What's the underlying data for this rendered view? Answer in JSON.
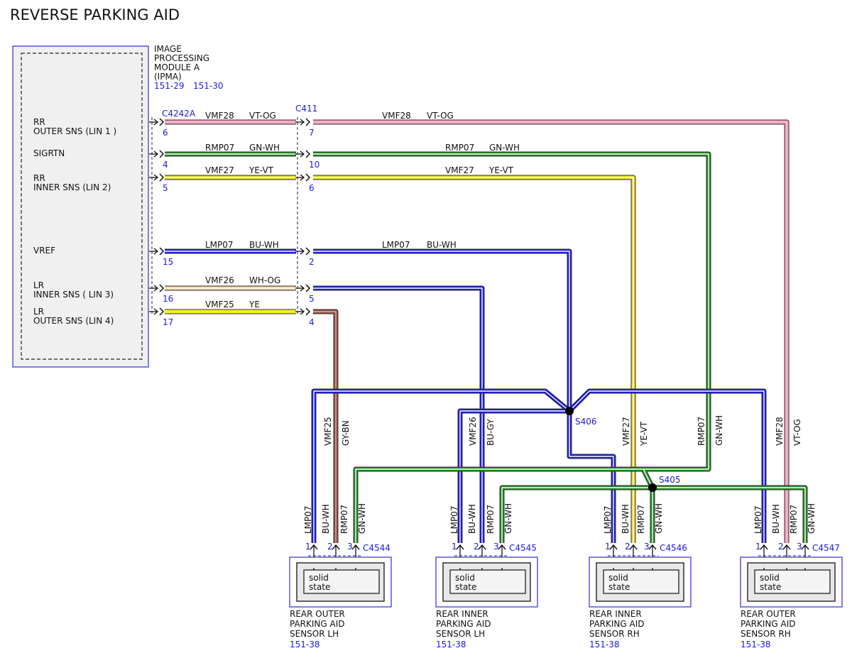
{
  "title": "REVERSE PARKING AID",
  "module": {
    "name_lines": [
      "IMAGE",
      "PROCESSING",
      "MODULE A",
      "(IPMA)"
    ],
    "refs": [
      "151-29",
      "151-30"
    ],
    "signals": [
      {
        "lines": [
          "RR",
          "OUTER SNS (LIN 1 )"
        ]
      },
      {
        "lines": [
          "SIGRTN"
        ]
      },
      {
        "lines": [
          "RR",
          "INNER SNS (LIN 2)"
        ]
      },
      {
        "lines": [
          "VREF"
        ]
      },
      {
        "lines": [
          "LR",
          "INNER SNS ( LIN 3)"
        ]
      },
      {
        "lines": [
          "LR",
          "OUTER SNS (LIN 4)"
        ]
      }
    ]
  },
  "connectors": {
    "module": "C4242A",
    "inline": "C411"
  },
  "circuits": [
    {
      "circuit": "VMF28",
      "color_code": "VT-OG",
      "module_pin": "6",
      "inline_pin": "7",
      "wire_color": "#f29bbd"
    },
    {
      "circuit": "RMP07",
      "color_code": "GN-WH",
      "module_pin": "4",
      "inline_pin": "10",
      "wire_color": "#1f8c1f"
    },
    {
      "circuit": "VMF27",
      "color_code": "YE-VT",
      "module_pin": "5",
      "inline_pin": "6",
      "wire_color": "#e6d21c"
    },
    {
      "circuit": "LMP07",
      "color_code": "BU-WH",
      "module_pin": "15",
      "inline_pin": "2",
      "wire_color": "#1a1adc"
    },
    {
      "circuit": "VMF26",
      "color_code": "WH-OG",
      "module_pin": "16",
      "inline_pin": "5",
      "wire_color": "#f4c999"
    },
    {
      "circuit": "VMF25",
      "color_code": "YE",
      "module_pin": "17",
      "inline_pin": "4",
      "wire_color": "#f2f21a"
    }
  ],
  "branch_labels": {
    "vmf26_bu_gy": [
      "VMF26",
      "BU-GY"
    ],
    "vmf25_gy_bn": [
      "VMF25",
      "GY-BN"
    ]
  },
  "splices": [
    "S406",
    "S405"
  ],
  "sensors": [
    {
      "connector": "C4544",
      "pins": [
        "1",
        "2",
        "3"
      ],
      "wires": [
        "LMP07",
        "BU-WH",
        "RMP07",
        "GN-WH"
      ],
      "inner": [
        "solid",
        "state"
      ],
      "name_lines": [
        "REAR OUTER",
        "PARKING AID",
        "SENSOR LH"
      ],
      "ref": "151-38"
    },
    {
      "connector": "C4545",
      "pins": [
        "1",
        "2",
        "3"
      ],
      "wires": [
        "LMP07",
        "BU-WH",
        "RMP07",
        "GN-WH"
      ],
      "inner": [
        "solid",
        "state"
      ],
      "name_lines": [
        "REAR INNER",
        "PARKING AID",
        "SENSOR LH"
      ],
      "ref": "151-38"
    },
    {
      "connector": "C4546",
      "pins": [
        "1",
        "2",
        "3"
      ],
      "wires": [
        "LMP07",
        "BU-WH",
        "RMP07",
        "GN-WH"
      ],
      "inner": [
        "solid",
        "state"
      ],
      "name_lines": [
        "REAR INNER",
        "PARKING AID",
        "SENSOR RH"
      ],
      "ref": "151-38"
    },
    {
      "connector": "C4547",
      "pins": [
        "1",
        "2",
        "3"
      ],
      "wires": [
        "LMP07",
        "BU-WH",
        "RMP07",
        "GN-WH"
      ],
      "inner": [
        "solid",
        "state"
      ],
      "name_lines": [
        "REAR OUTER",
        "PARKING AID",
        "SENSOR RH"
      ],
      "ref": "151-38"
    }
  ],
  "riser_labels": [
    [
      "VMF27",
      "YE-VT"
    ],
    [
      "RMP07",
      "GN-WH"
    ],
    [
      "VMF28",
      "VT-OG"
    ]
  ],
  "colors": {
    "blue": "#1a1adc",
    "green": "#1f8c1f",
    "pink": "#f29bbd",
    "yellow": "#e6d21c",
    "bright_yellow": "#f2f21a",
    "tan": "#f4c999",
    "brown": "#9a4a3a",
    "label_blue": "#1a1adc"
  }
}
